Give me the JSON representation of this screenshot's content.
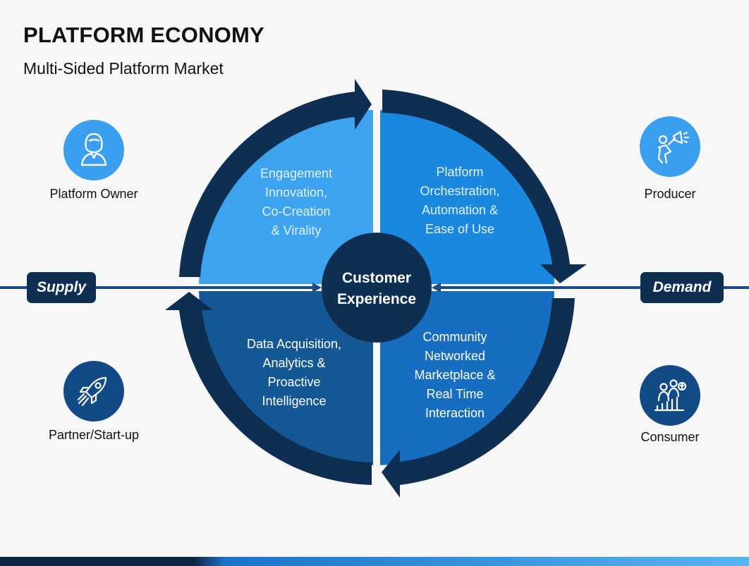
{
  "header": {
    "title": "PLATFORM ECONOMY",
    "subtitle": "Multi-Sided Platform Market"
  },
  "sides": {
    "supply": "Supply",
    "demand": "Demand"
  },
  "actors": {
    "platform_owner": {
      "label": "Platform Owner",
      "icon": "person-icon"
    },
    "producer": {
      "label": "Producer",
      "icon": "megaphone-presenter-icon"
    },
    "partner": {
      "label": "Partner/Start-up",
      "icon": "rocket-icon"
    },
    "consumer": {
      "label": "Consumer",
      "icon": "people-growth-icon"
    }
  },
  "quadrants": {
    "top_left": {
      "lines": [
        "Engagement",
        "Innovation,",
        "Co-Creation",
        "& Virality"
      ],
      "color": "#3da3ee"
    },
    "top_right": {
      "lines": [
        "Platform",
        "Orchestration,",
        "Automation &",
        "Ease of Use"
      ],
      "color": "#1b88e0"
    },
    "bottom_left": {
      "lines": [
        "Data Acquisition,",
        "Analytics &",
        "Proactive",
        "Intelligence"
      ],
      "color": "#135895"
    },
    "bottom_right": {
      "lines": [
        "Community",
        "Networked",
        "Marketplace &",
        "Real Time",
        "Interaction"
      ],
      "color": "#176ec0"
    }
  },
  "center": {
    "lines": [
      "Customer",
      "Experience"
    ]
  },
  "colors": {
    "navy": "#0e2e52",
    "light_blue_icon": "#3b9ff0",
    "dark_blue_icon": "#124a86"
  }
}
